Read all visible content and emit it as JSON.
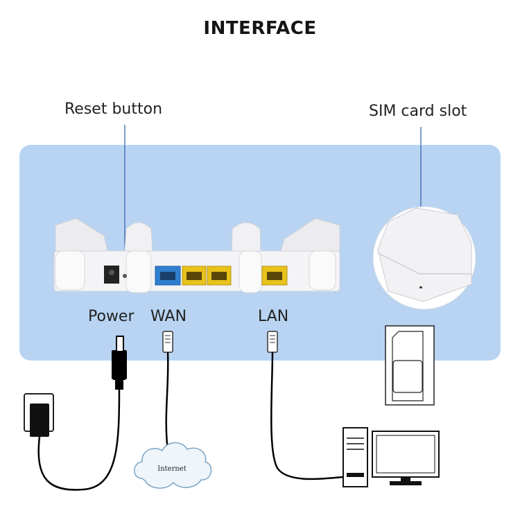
{
  "title": "INTERFACE",
  "labels": {
    "reset": "Reset button",
    "sim": "SIM card slot",
    "power": "Power",
    "wan": "WAN",
    "lan": "LAN",
    "internet": "Internet"
  },
  "colors": {
    "panel": "#b8d4f2",
    "wan_port": "#2e7fd0",
    "lan_port": "#e8c21a",
    "cable": "#000000"
  }
}
